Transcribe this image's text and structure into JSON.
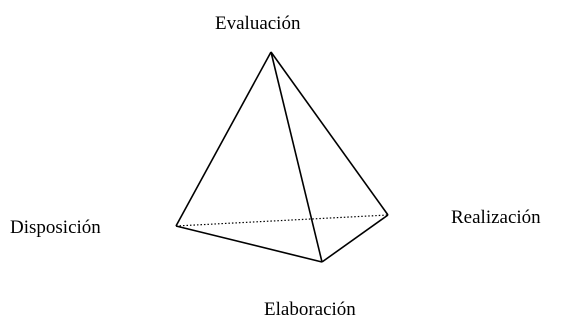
{
  "diagram": {
    "vertices": {
      "top": "Evaluación",
      "left": "Disposición",
      "right": "Realización",
      "bottom": "Elaboración"
    },
    "colors": {
      "stroke": "#000000",
      "background": "#ffffff"
    }
  }
}
